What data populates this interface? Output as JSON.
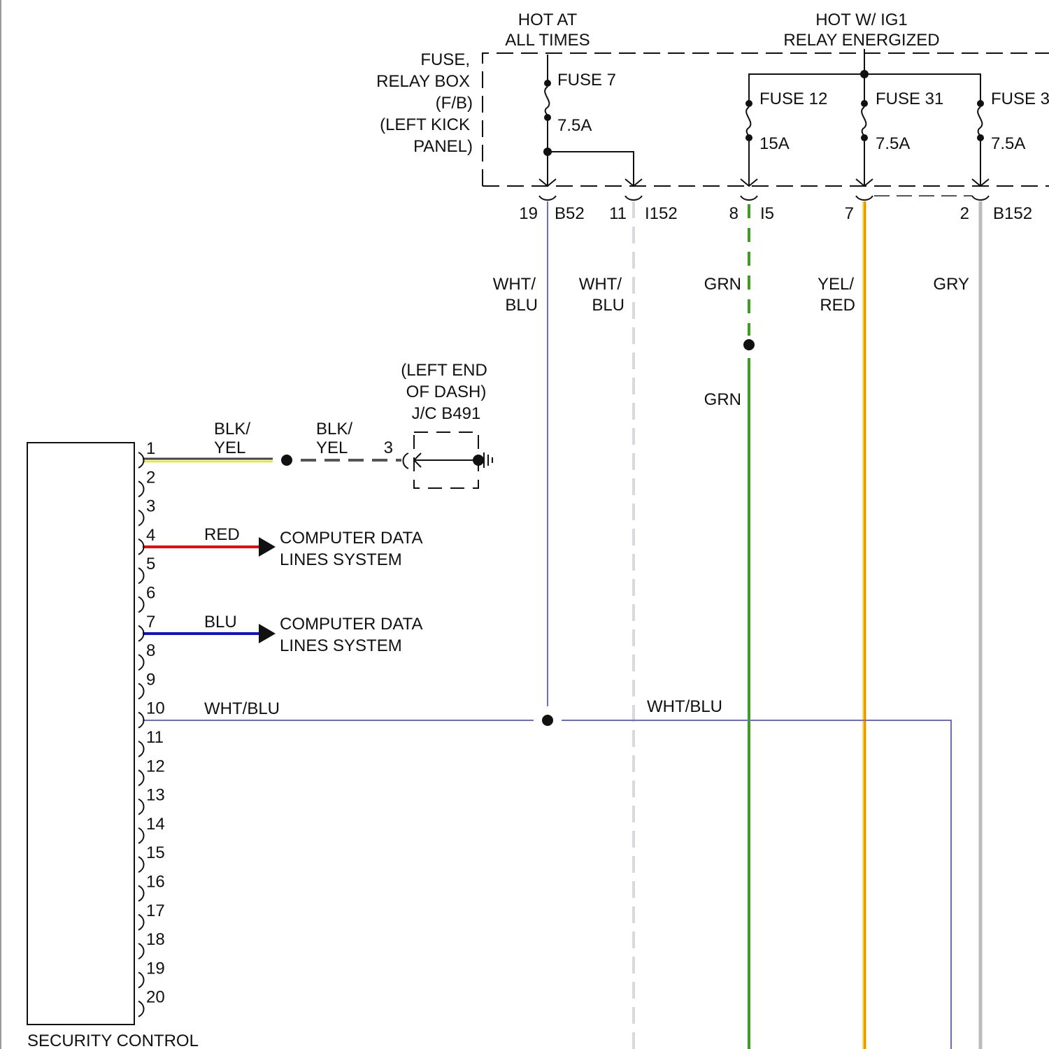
{
  "header": {
    "hot_at_all_times": [
      "HOT AT",
      "ALL TIMES"
    ],
    "hot_ig1": [
      "HOT W/ IG1",
      "RELAY ENERGIZED"
    ]
  },
  "fuse_box": {
    "label": [
      "FUSE,",
      "RELAY BOX",
      "(F/B)",
      "(LEFT KICK",
      "PANEL)"
    ],
    "fuses": [
      {
        "name": "FUSE 7",
        "rating": "7.5A"
      },
      {
        "name": "FUSE 12",
        "rating": "15A"
      },
      {
        "name": "FUSE 31",
        "rating": "7.5A"
      },
      {
        "name": "FUSE 3",
        "rating": "7.5A"
      }
    ]
  },
  "connectors": {
    "b52": {
      "pin": "19",
      "name": "B52"
    },
    "i152": {
      "pin": "11",
      "name": "I152"
    },
    "i5": {
      "pin": "8",
      "name": "I5"
    },
    "b152_yel": {
      "pin": "7"
    },
    "b152": {
      "pin": "2",
      "name": "B152"
    }
  },
  "wires": {
    "wht_blu_1": [
      "WHT/",
      "BLU"
    ],
    "wht_blu_2": [
      "WHT/",
      "BLU"
    ],
    "grn_top": "GRN",
    "grn_bottom": "GRN",
    "yel_red": [
      "YEL/",
      "RED"
    ],
    "gry": "GRY",
    "blk_yel_1": [
      "BLK/",
      "YEL"
    ],
    "blk_yel_2": [
      "BLK/",
      "YEL"
    ],
    "red": "RED",
    "blu": "BLU",
    "wht_blu_left": "WHT/BLU",
    "wht_blu_right": "WHT/BLU"
  },
  "junction": {
    "label": [
      "(LEFT END",
      "OF DASH)",
      "J/C B491"
    ],
    "pin": "3"
  },
  "destinations": {
    "data_lines_1": [
      "COMPUTER DATA",
      "LINES SYSTEM"
    ],
    "data_lines_2": [
      "COMPUTER DATA",
      "LINES SYSTEM"
    ]
  },
  "security_control": {
    "label": "SECURITY CONTROL",
    "pins": [
      "1",
      "2",
      "3",
      "4",
      "5",
      "6",
      "7",
      "8",
      "9",
      "10",
      "11",
      "12",
      "13",
      "14",
      "15",
      "16",
      "17",
      "18",
      "19",
      "20"
    ]
  },
  "colors": {
    "wht_blu": "#6a6ad8",
    "grn": "#3aa01e",
    "yel": "#f5c800",
    "red_stripe": "#e86a10",
    "gry": "#bbbbbb",
    "red": "#e01010",
    "blu": "#1010d0",
    "blk_yel_dark": "#444444",
    "blk_yel_yellow": "#e8e800"
  }
}
